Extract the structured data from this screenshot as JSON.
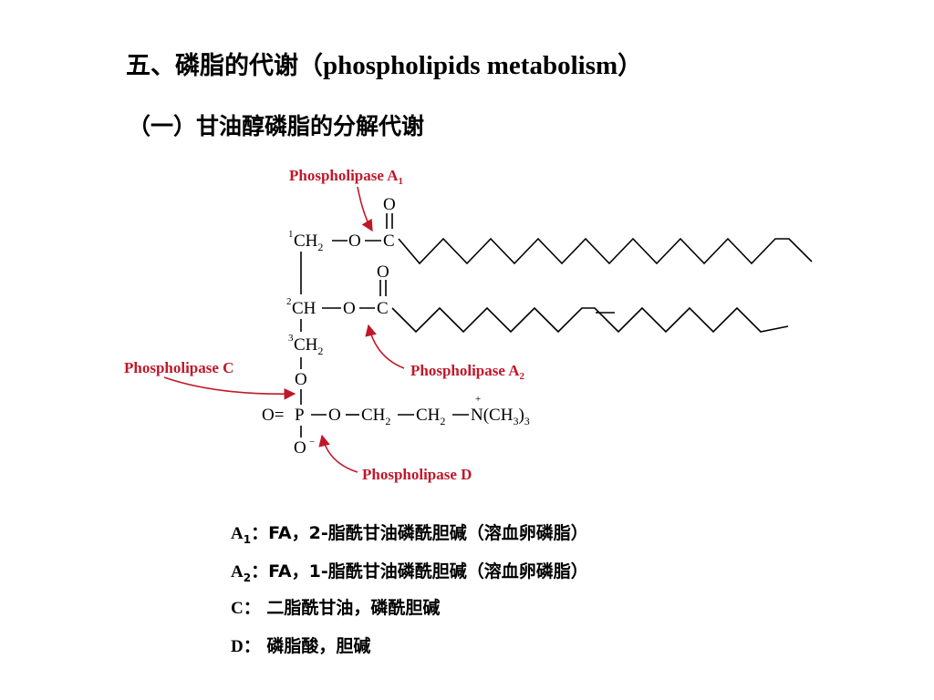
{
  "title": {
    "cn": "五、磷脂的代谢（",
    "en": "phospholipids metabolism",
    "close": "）"
  },
  "subtitle": "（一）甘油醇磷脂的分解代谢",
  "diagram": {
    "enzymes": {
      "a1": {
        "label": "Phospholipase A",
        "sub": "1"
      },
      "a2": {
        "label": "Phospholipase A",
        "sub": "2"
      },
      "c": {
        "label": "Phospholipase C"
      },
      "d": {
        "label": "Phospholipase D"
      }
    },
    "atoms": {
      "c1_num": "1",
      "c1": "CH",
      "c1_sub": "2",
      "c2_num": "2",
      "c2": "CH",
      "c3_num": "3",
      "c3": "CH",
      "c3_sub": "2",
      "o": "O",
      "c": "C",
      "p": "P",
      "o_minus": "O",
      "minus": "−",
      "plus": "+",
      "eq_o": "O=",
      "ch2": "CH",
      "sub2": "2",
      "n_group": "N(CH",
      "n_sub": "3",
      "n_close": ")",
      "n_close_sub": "3"
    }
  },
  "legend": [
    {
      "label": "A",
      "sub": "1",
      "text": "：FA，2-脂酰甘油磷酰胆碱（溶血卵磷脂）"
    },
    {
      "label": "A",
      "sub": "2",
      "text": "：FA，1-脂酰甘油磷酰胆碱（溶血卵磷脂）"
    },
    {
      "label": "C",
      "sub": "",
      "text": "：  二脂酰甘油，磷酰胆碱"
    },
    {
      "label": "D",
      "sub": "",
      "text": "：  磷脂酸，胆碱"
    }
  ]
}
